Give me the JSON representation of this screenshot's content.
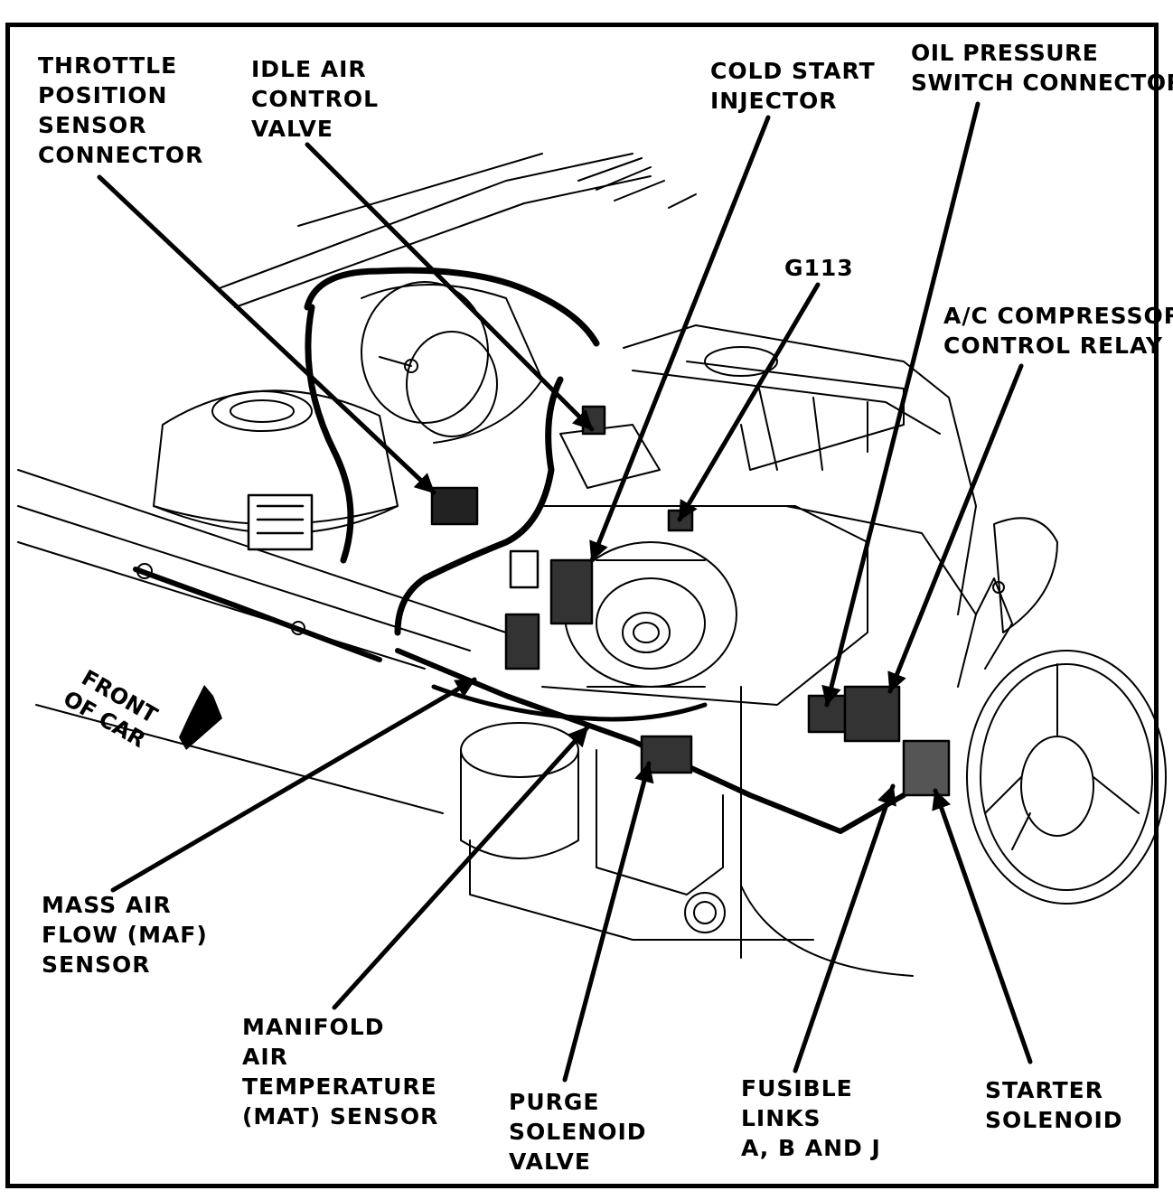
{
  "labels": {
    "throttle_position_sensor": [
      "THROTTLE",
      "POSITION",
      "SENSOR",
      "CONNECTOR"
    ],
    "idle_air_control_valve": [
      "IDLE AIR",
      "CONTROL",
      "VALVE"
    ],
    "cold_start_injector": [
      "COLD START",
      "INJECTOR"
    ],
    "oil_pressure_switch": [
      "OIL PRESSURE",
      "SWITCH CONNECTOR"
    ],
    "g113": [
      "G113"
    ],
    "ac_compressor_relay": [
      "A/C COMPRESSOR",
      "CONTROL RELAY"
    ],
    "mass_air_flow_sensor": [
      "MASS AIR",
      "FLOW (MAF)",
      "SENSOR"
    ],
    "manifold_air_temp_sensor": [
      "MANIFOLD",
      "AIR",
      "TEMPERATURE",
      "(MAT) SENSOR"
    ],
    "purge_solenoid_valve": [
      "PURGE",
      "SOLENOID",
      "VALVE"
    ],
    "fusible_links": [
      "FUSIBLE",
      "LINKS",
      "A, B AND J"
    ],
    "starter_solenoid": [
      "STARTER",
      "SOLENOID"
    ]
  },
  "front_of_car": [
    "FRONT",
    "OF CAR"
  ],
  "colors": {
    "ink": "#000000",
    "paper": "#ffffff"
  }
}
